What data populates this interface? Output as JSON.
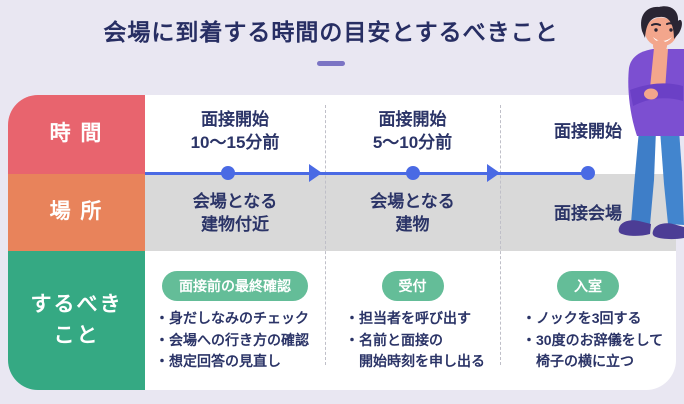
{
  "title": "会場に到着する時間の目安とするべきこと",
  "table": {
    "row_headers": [
      {
        "label": "時 間"
      },
      {
        "label": "場 所"
      },
      {
        "label": "するべき\nこと"
      }
    ],
    "columns": [
      {
        "time": "面接開始\n10〜15分前",
        "place": "会場となる\n建物付近",
        "badge": "面接前の最終確認",
        "todos": [
          "・身だしなみのチェック",
          "・会場への行き方の確認",
          "・想定回答の見直し"
        ]
      },
      {
        "time": "面接開始\n5〜10分前",
        "place": "会場となる\n建物",
        "badge": "受付",
        "todos": [
          "・担当者を呼び出す",
          "・名前と面接の\n開始時刻を申し出る"
        ]
      },
      {
        "time": "面接開始",
        "place": "面接会場",
        "badge": "入室",
        "todos": [
          "・ノックを3回する",
          "・30度のお辞儀をして\n椅子の横に立つ"
        ]
      }
    ]
  },
  "icons": {
    "person": "thinking-person-illustration",
    "timeline_dot": "timeline-dot",
    "timeline_arrow": "timeline-arrow-right"
  },
  "colors": {
    "background": "#E9E7F2",
    "title_text": "#272E63",
    "accent_dash": "#7B74C4",
    "time_header": "#E8646E",
    "place_header": "#E8835B",
    "todo_header": "#35A983",
    "badge_green": "#64BD98",
    "place_row_bg": "#D9D9D9",
    "timeline_blue": "#4A6AE4",
    "body_text": "#2B3467"
  }
}
